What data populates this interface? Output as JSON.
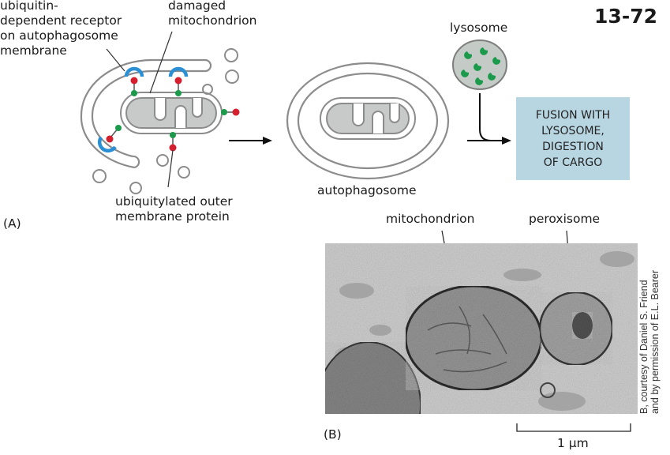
{
  "figure_number": "13-72",
  "panel_a": {
    "panel_label": "(A)",
    "receptor_label": "ubiquitin-\ndependent receptor\non autophagosome\nmembrane",
    "damaged_mito_label": "damaged\nmitochondrion",
    "ubiquitylated_label": "ubiquitylated outer\nmembrane protein",
    "lysosome_label": "lysosome",
    "autophagosome_label": "autophagosome",
    "result_text": "FUSION WITH\nLYSOSOME,\nDIGESTION\nOF CARGO"
  },
  "panel_b": {
    "panel_label": "(B)",
    "mitochondrion_label": "mitochondrion",
    "peroxisome_label": "peroxisome",
    "scale_bar_label": "1 µm",
    "credit": "B, courtesy of Daniel S. Friend\nand by permission of E.L. Bearer"
  },
  "colors": {
    "membrane": "#8c8c8c",
    "mitochondrion_fill": "#c8cac9",
    "ubiquitin_red": "#d4202e",
    "protein_green": "#1a9a4a",
    "receptor_blue": "#2a8fd4",
    "lysosome_fill": "#c4cbc6",
    "result_box": "#b8d6e2"
  }
}
